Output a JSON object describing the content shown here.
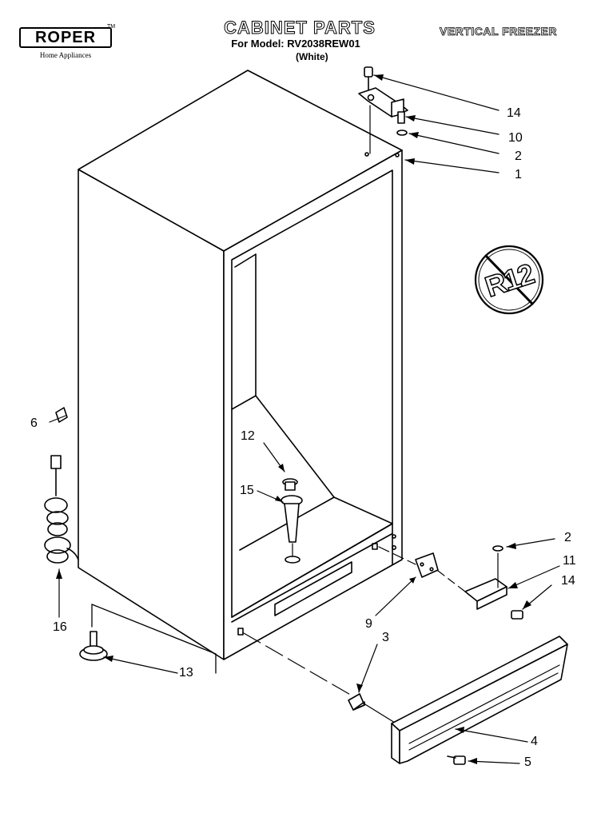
{
  "header": {
    "brand": "ROPER",
    "brand_tm": "TM",
    "brand_sub": "Home Appliances",
    "title": "CABINET PARTS",
    "model_line": "For Model: RV2038REW01",
    "color_line": "(White)",
    "product": "VERTICAL FREEZER"
  },
  "badge": {
    "text": "R12"
  },
  "callouts": [
    {
      "id": "c14a",
      "label": "14"
    },
    {
      "id": "c10",
      "label": "10"
    },
    {
      "id": "c2a",
      "label": "2"
    },
    {
      "id": "c1",
      "label": "1"
    },
    {
      "id": "c6",
      "label": "6"
    },
    {
      "id": "c12",
      "label": "12"
    },
    {
      "id": "c15",
      "label": "15"
    },
    {
      "id": "c2b",
      "label": "2"
    },
    {
      "id": "c11",
      "label": "11"
    },
    {
      "id": "c14b",
      "label": "14"
    },
    {
      "id": "c9",
      "label": "9"
    },
    {
      "id": "c3",
      "label": "3"
    },
    {
      "id": "c16",
      "label": "16"
    },
    {
      "id": "c13",
      "label": "13"
    },
    {
      "id": "c4",
      "label": "4"
    },
    {
      "id": "c5",
      "label": "5"
    }
  ]
}
